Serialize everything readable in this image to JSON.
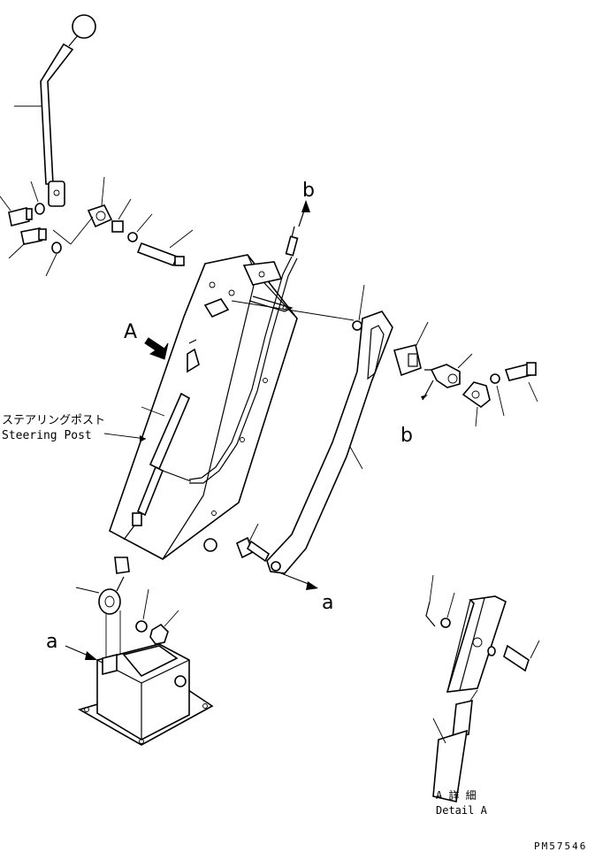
{
  "labels": {
    "steering_post_jp": "ステアリングポスト",
    "steering_post_en": "Steering Post",
    "view_a": "A",
    "ref_b_top": "b",
    "ref_b_right": "b",
    "ref_a_bottom": "a",
    "ref_a_left": "a",
    "detail_jp": "A 詳 細",
    "detail_en": "Detail A",
    "drawing_no": "PM57546"
  },
  "colors": {
    "line": "#000000",
    "background": "#ffffff"
  }
}
